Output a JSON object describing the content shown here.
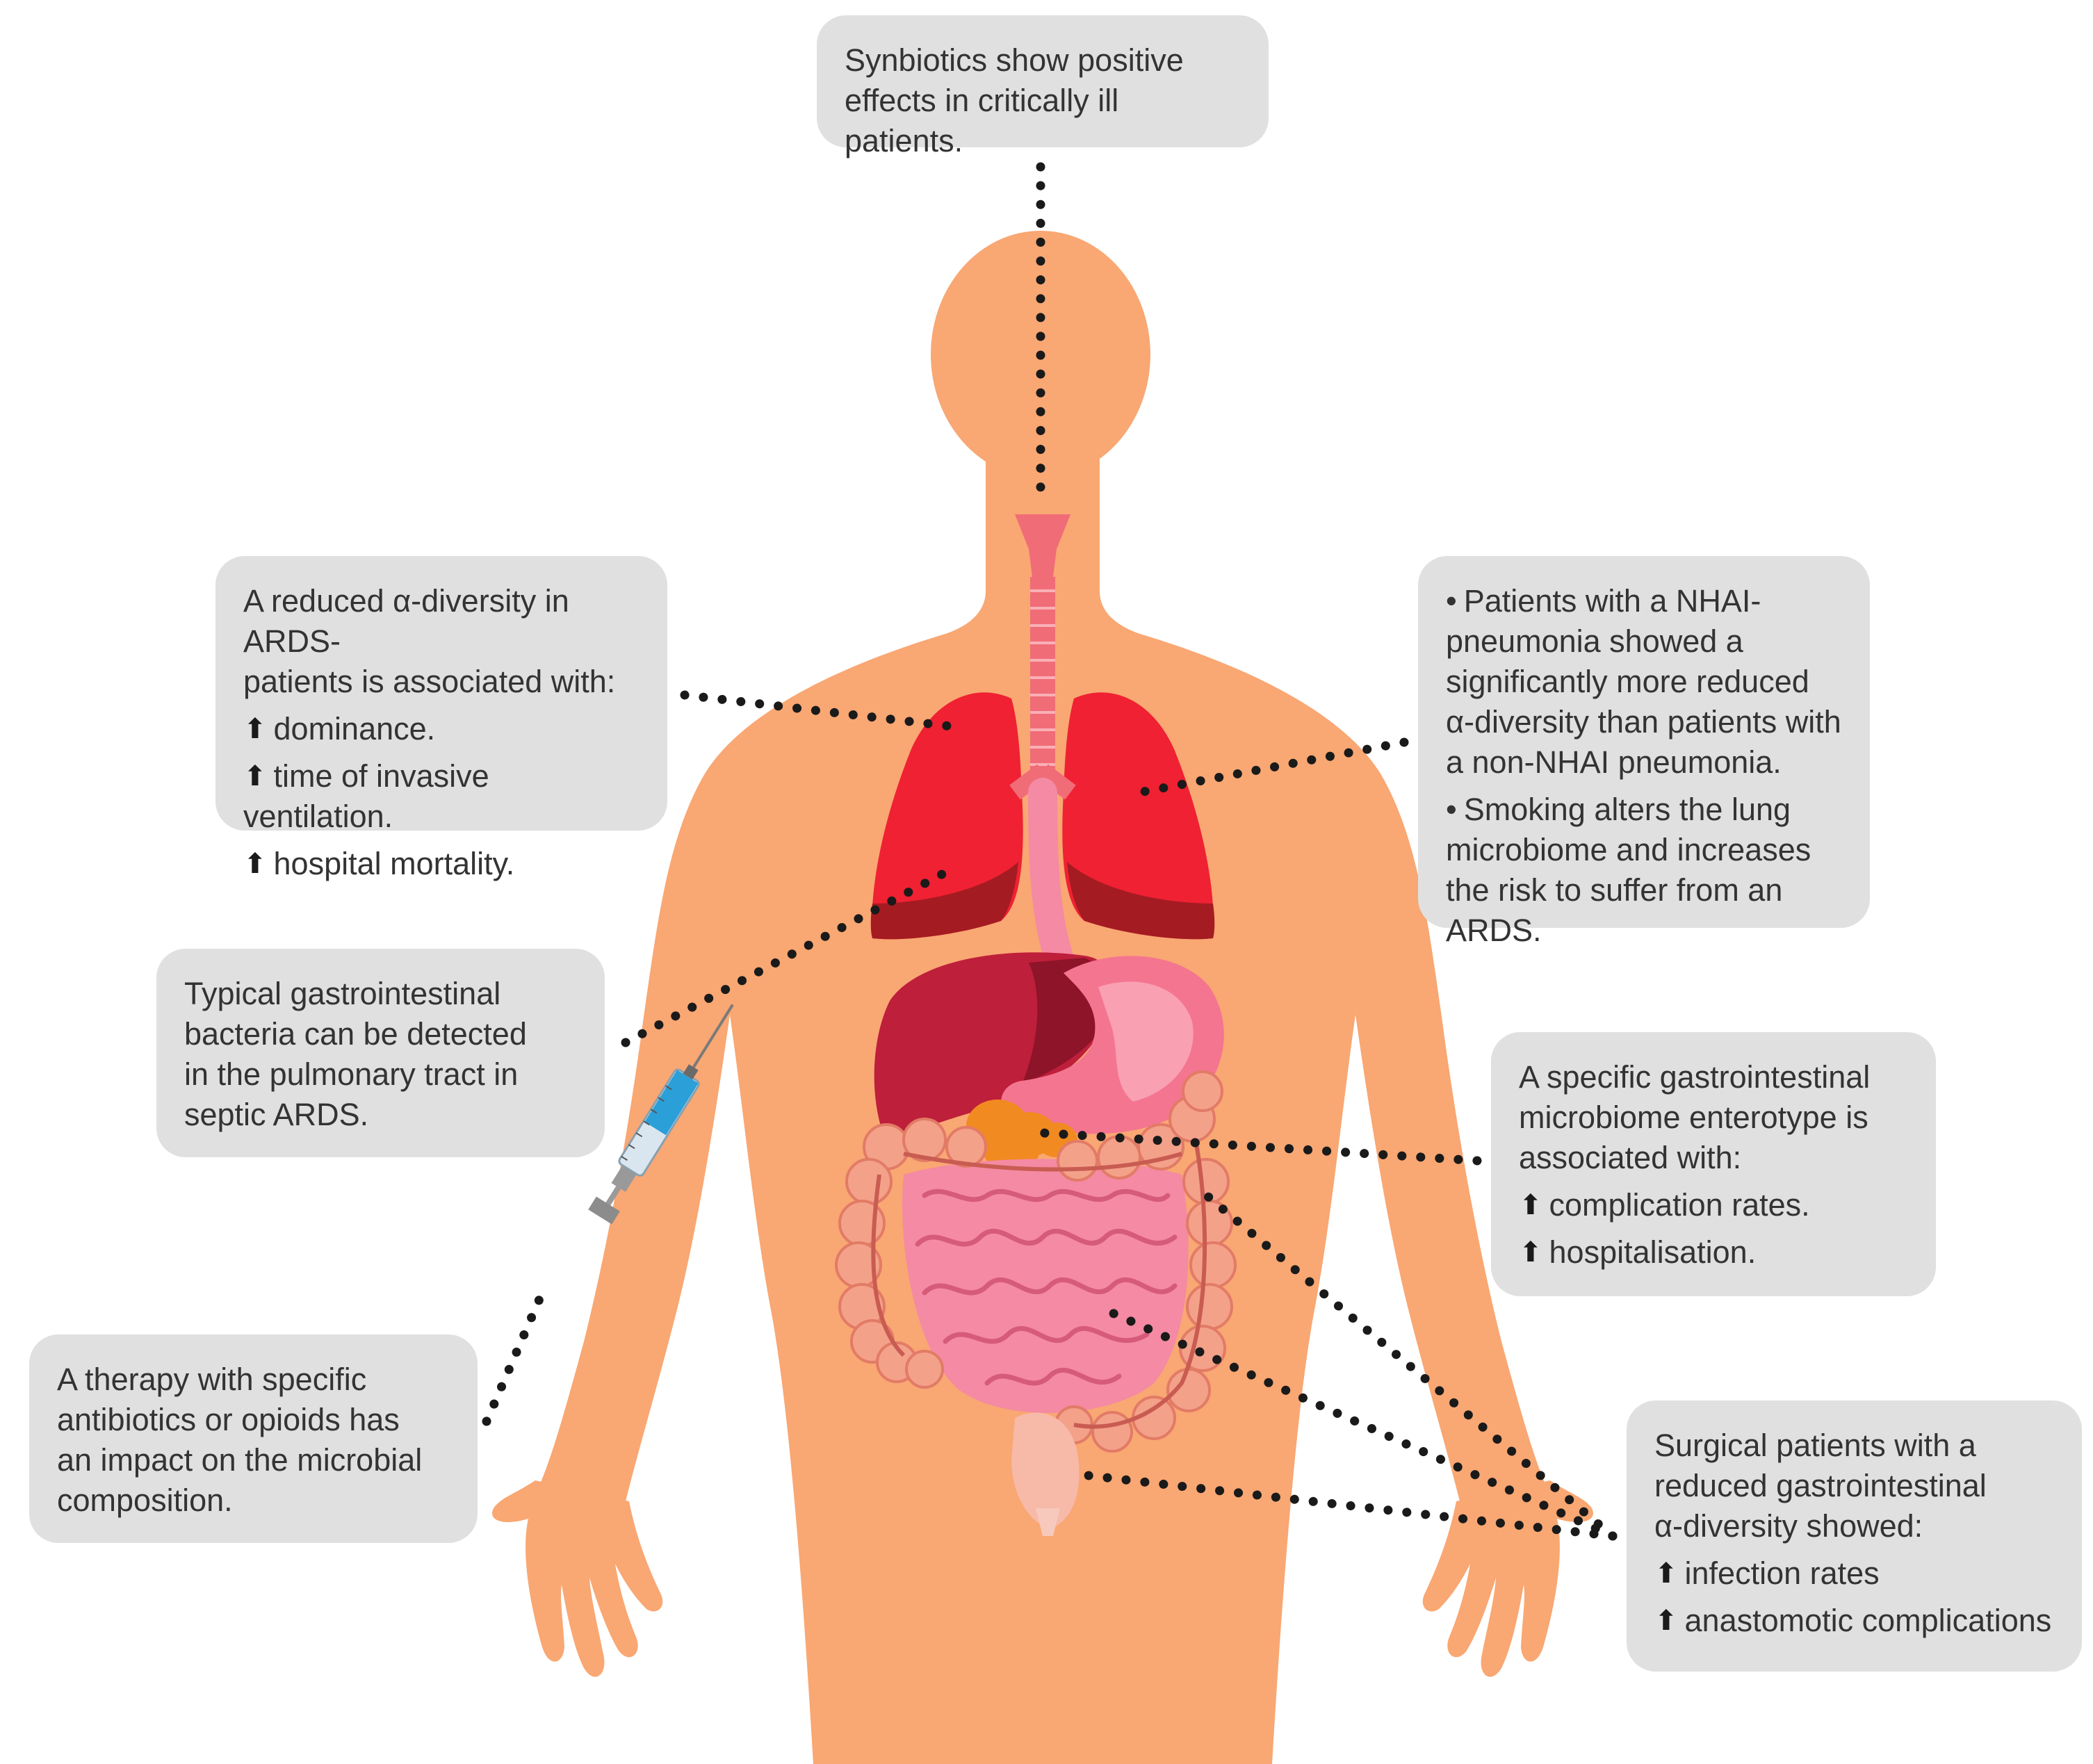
{
  "colors": {
    "skin": "#f9a773",
    "lung": "#ef2132",
    "lung_dark": "#a51b22",
    "trachea": "#f06c77",
    "liver": "#be1f3a",
    "stomach": "#f47590",
    "pancreas": "#f28a22",
    "intestine": "#f48aa3",
    "colon": "#f4a18a",
    "callout_bg": "#e0e0e0",
    "text": "#333333",
    "connector": "#1a1a1a"
  },
  "callouts": {
    "synbiotics": {
      "lines": [
        "Synbiotics show positive",
        "effects in critically ill patients."
      ]
    },
    "ards": {
      "lines": [
        "A reduced α-diversity in ARDS-",
        "patients is associated with:"
      ],
      "items": [
        "dominance.",
        "time of invasive ventilation.",
        "hospital mortality."
      ]
    },
    "nhai": {
      "bullet_symbol": "•",
      "para1": [
        "Patients with a NHAI-",
        "pneumonia showed a",
        "significantly more reduced",
        "α-diversity than patients with",
        "a non-NHAI pneumonia."
      ],
      "para2": [
        "Smoking alters the lung",
        "microbiome and increases",
        "the risk to suffer from an ARDS."
      ]
    },
    "gi_bacteria": {
      "lines": [
        "Typical gastrointestinal",
        "bacteria can be detected",
        "in the pulmonary tract in",
        "septic ARDS."
      ]
    },
    "enterotype": {
      "lines": [
        "A specific gastrointestinal",
        "microbiome enterotype is",
        "associated with:"
      ],
      "items": [
        "complication rates.",
        "hospitalisation."
      ]
    },
    "therapy": {
      "lines": [
        "A therapy with specific",
        "antibiotics or opioids has",
        "an impact on the microbial",
        "composition."
      ]
    },
    "surgical": {
      "lines": [
        "Surgical patients with a",
        "reduced gastrointestinal",
        "α-diversity showed:"
      ],
      "items": [
        "infection rates",
        "anastomotic complications"
      ]
    }
  },
  "icons": {
    "increase": "up-arrow-icon",
    "syringe": "syringe-icon"
  }
}
